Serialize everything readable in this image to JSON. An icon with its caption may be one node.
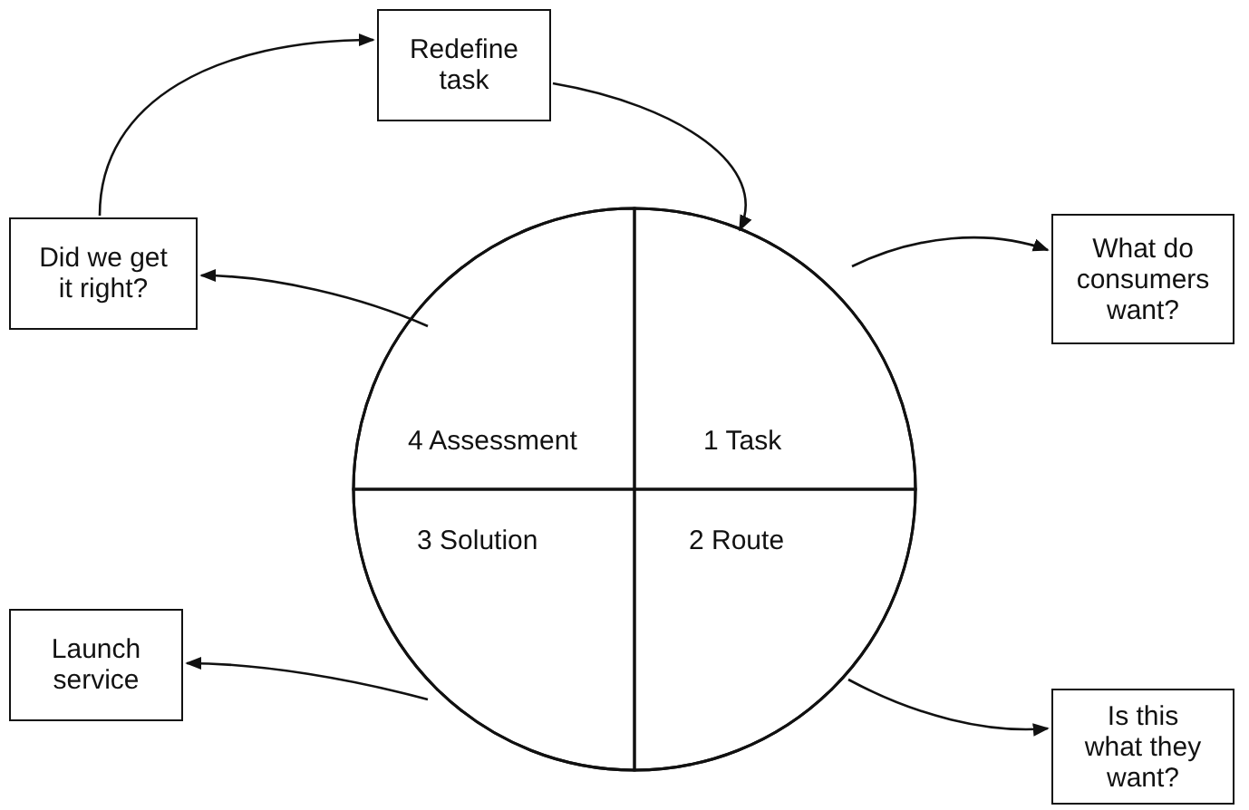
{
  "diagram": {
    "nodes": [
      {
        "text": [
          "Redefine task"
        ]
      },
      {
        "text": [
          "Did we get it right?"
        ]
      },
      {
        "text": [],
        "shape": "circle"
      },
      {
        "text": [
          "4 Assessment"
        ],
        "in": 2
      },
      {
        "text": [
          "1 Task"
        ],
        "in": 2
      },
      {
        "text": [
          "3 Solution"
        ],
        "in": 2
      },
      {
        "text": [
          "2 Route"
        ],
        "in": 2
      },
      {
        "text": [
          "What do consumers want?"
        ]
      },
      {
        "text": [
          "Launch service"
        ]
      },
      {
        "text": [
          "Is this what they want?"
        ]
      }
    ],
    "edges": [
      {
        "from": 1,
        "to": 0,
        "arrow": "to"
      },
      {
        "from": 0,
        "to": 4,
        "arrow": "to"
      },
      {
        "from": 4,
        "to": 7,
        "arrow": "to"
      },
      {
        "from": 6,
        "to": 9,
        "arrow": "to"
      },
      {
        "from": 5,
        "to": 8,
        "arrow": "to"
      },
      {
        "from": 3,
        "to": 1,
        "arrow": "to"
      }
    ]
  }
}
